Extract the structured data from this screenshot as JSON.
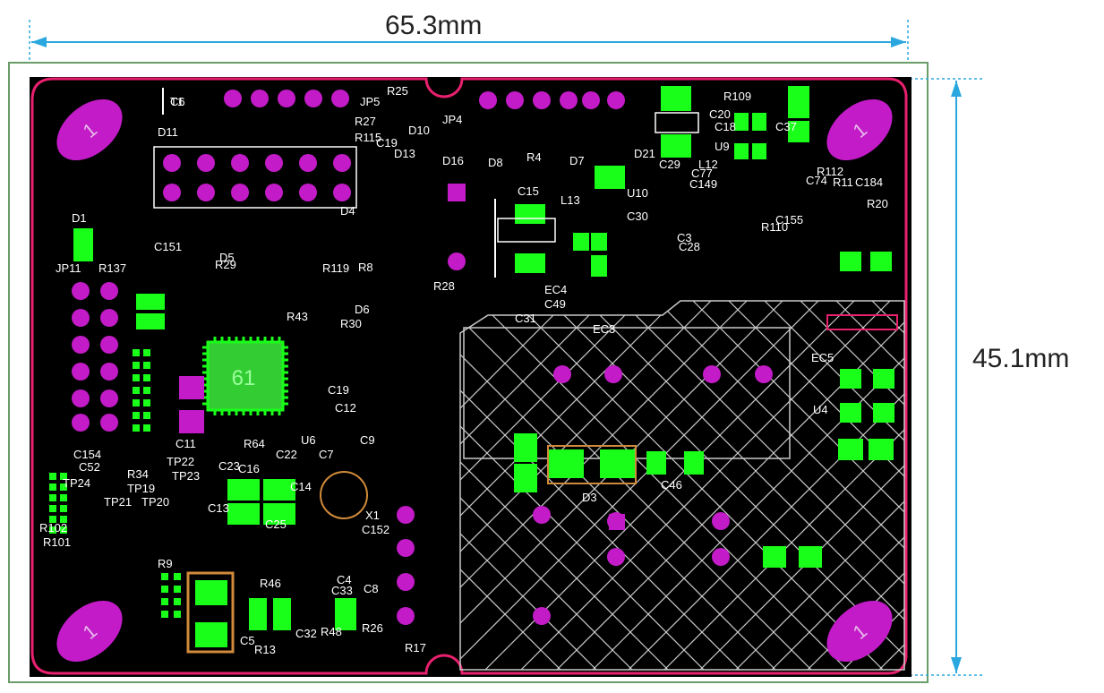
{
  "dimensions": {
    "width_label": "65.3mm",
    "height_label": "45.1mm"
  },
  "colors": {
    "background": "#000000",
    "outline": "#e8206e",
    "pad": "#1aff1a",
    "via": "#c21bc7",
    "silkscreen": "#ffffff",
    "hatch": "#c9c9c9",
    "dimension_line": "#2aa7de",
    "ic_body": "#33cc33",
    "ic_label": "#9cff9c",
    "rim": "#66aa66"
  },
  "mounting_holes": {
    "label": "1"
  },
  "main_ic": {
    "label": "61"
  },
  "designators": [
    "C6",
    "D11",
    "JP5",
    "R25",
    "R27",
    "R115",
    "C19",
    "D13",
    "D10",
    "JP4",
    "D16",
    "D8",
    "R4",
    "D7",
    "D21",
    "R109",
    "C20",
    "C18",
    "C29",
    "C37",
    "C77",
    "L12",
    "U9",
    "C149",
    "C74",
    "R112",
    "R11",
    "C184",
    "D1",
    "R137",
    "JP11",
    "C151",
    "R29",
    "D4",
    "R119",
    "R8",
    "D5",
    "D6",
    "R30",
    "R43",
    "C15",
    "L13",
    "C30",
    "U10",
    "C28",
    "C3",
    "R110",
    "C155",
    "R20",
    "R28",
    "EC4",
    "C49",
    "C31",
    "EC3",
    "EC5",
    "U4",
    "D3",
    "C11",
    "TP22",
    "TP23",
    "C19",
    "C12",
    "C9",
    "U6",
    "C7",
    "C22",
    "R64",
    "C23",
    "C16",
    "C13",
    "C14",
    "C25",
    "X1",
    "C152",
    "C154",
    "C52",
    "TP24",
    "R34",
    "TP19",
    "TP20",
    "TP21",
    "R102",
    "R101",
    "R9",
    "R46",
    "C33",
    "C4",
    "C8",
    "R26",
    "R13",
    "C32",
    "R48",
    "C5",
    "C46",
    "R17",
    "T1"
  ]
}
